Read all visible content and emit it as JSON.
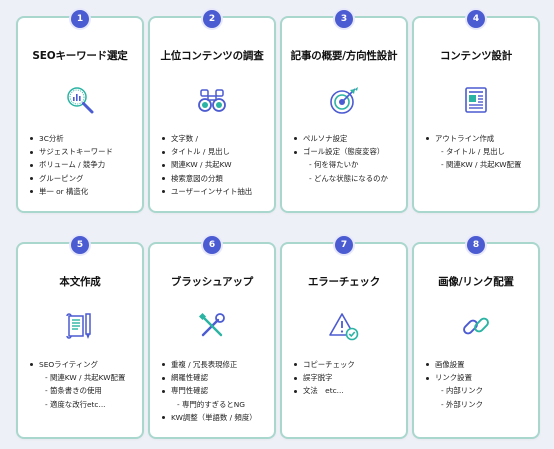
{
  "cards": [
    {
      "number": "1",
      "title": "SEOキーワード選定",
      "icon": "analytics-magnifier-icon",
      "items": [
        "3C分析",
        "サジェストキーワード",
        "ボリューム / 競争力",
        "グルーピング",
        "単一 or 構造化"
      ],
      "subitems": []
    },
    {
      "number": "2",
      "title": "上位コンテンツの調査",
      "icon": "binoculars-icon",
      "items": [
        "文字数 /",
        "タイトル / 見出し",
        "関連KW / 共起KW",
        "検索意図の分類",
        "ユーザーインサイト抽出"
      ],
      "subitems": []
    },
    {
      "number": "3",
      "title": "記事の概要/方向性設計",
      "icon": "target-arrow-icon",
      "items": [
        "ペルソナ設定",
        "ゴール設定（態度変容）"
      ],
      "subitems": [
        "- 何を得たいか",
        "- どんな状態になるのか"
      ]
    },
    {
      "number": "4",
      "title": "コンテンツ設計",
      "icon": "layout-document-icon",
      "items": [
        "アウトライン作成"
      ],
      "subitems": [
        "- タイトル / 見出し",
        "- 関連KW / 共起KW配置"
      ]
    },
    {
      "number": "5",
      "title": "本文作成",
      "icon": "scroll-pen-icon",
      "items": [
        "SEOライティング"
      ],
      "subitems": [
        "- 関連KW / 共起KW配置",
        "- 箇条書きの使用",
        "- 適度な改行etc..."
      ]
    },
    {
      "number": "6",
      "title": "ブラッシュアップ",
      "icon": "tools-icon",
      "items": [
        "重複 / 冗長表現修正",
        "網羅性確認",
        "専門性確認",
        "KW調整（単語数 / 頻度）"
      ],
      "subitems": [
        "- 専門的すぎるとNG"
      ]
    },
    {
      "number": "7",
      "title": "エラーチェック",
      "icon": "warning-check-icon",
      "items": [
        "コピーチェック",
        "誤字脱字",
        "文法　etc..."
      ],
      "subitems": []
    },
    {
      "number": "8",
      "title": "画像/リンク配置",
      "icon": "link-chain-icon",
      "items": [
        "画像設置",
        "リンク設置"
      ],
      "subitems": [
        "- 内部リンク",
        "- 外部リンク"
      ]
    }
  ],
  "colors": {
    "badge": "#4b5bd1",
    "card_border": "#a9d7ce",
    "icon_primary": "#4b5bd1",
    "icon_secondary": "#2bb3a3"
  }
}
